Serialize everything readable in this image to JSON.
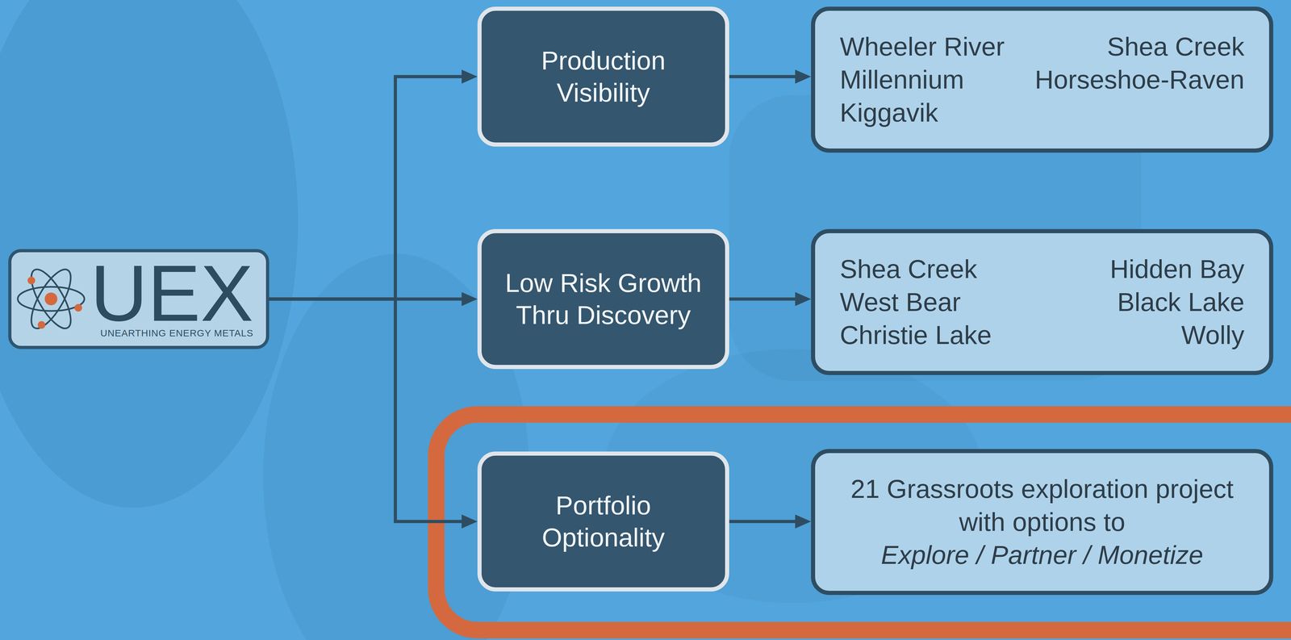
{
  "diagram": {
    "nodes": [
      {
        "text": [
          "UEX",
          "UNEARTHING ENERGY METALS"
        ]
      },
      {
        "text": [
          "Production Visibility"
        ]
      },
      {
        "text": [
          "Low Risk Growth Thru Discovery"
        ]
      },
      {
        "text": [
          "Portfolio Optionality"
        ]
      },
      {
        "text": [
          "Wheeler River",
          "Millennium",
          "Kiggavik",
          "Shea Creek",
          "Horseshoe-Raven"
        ]
      },
      {
        "text": [
          "Shea Creek",
          "West Bear",
          "Christie Lake",
          "Hidden Bay",
          "Black Lake",
          "Wolly"
        ]
      },
      {
        "text": [
          "21 Grassroots exploration project with options to",
          "Explore / Partner / Monetize"
        ]
      }
    ],
    "edges": [
      {
        "from": 0,
        "to": 1,
        "arrow": "to"
      },
      {
        "from": 0,
        "to": 2,
        "arrow": "to"
      },
      {
        "from": 0,
        "to": 3,
        "arrow": "to"
      },
      {
        "from": 1,
        "to": 4,
        "arrow": "to"
      },
      {
        "from": 2,
        "to": 5,
        "arrow": "to"
      },
      {
        "from": 3,
        "to": 6,
        "arrow": "to"
      }
    ]
  }
}
